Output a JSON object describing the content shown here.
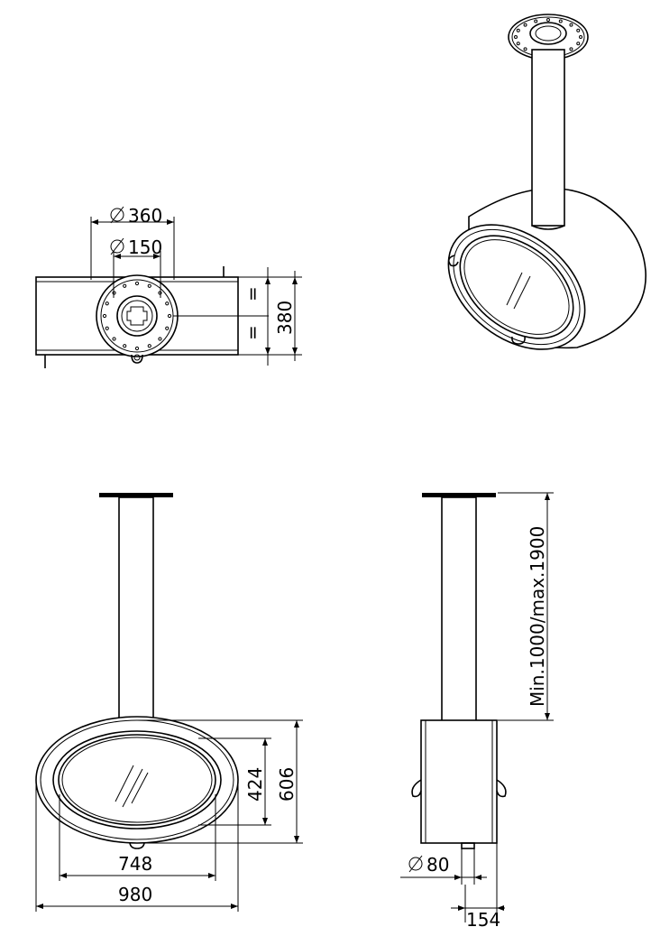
{
  "top_view": {
    "outer_diameter": "360",
    "inner_diameter": "150",
    "height": "380",
    "equal_top": "=",
    "equal_bottom": "="
  },
  "front_view": {
    "inner_height": "424",
    "outer_height": "606",
    "inner_width": "748",
    "outer_width": "980"
  },
  "side_view": {
    "suspension": "Min.1000/max.1900",
    "outlet_diameter": "80",
    "depth": "154"
  }
}
